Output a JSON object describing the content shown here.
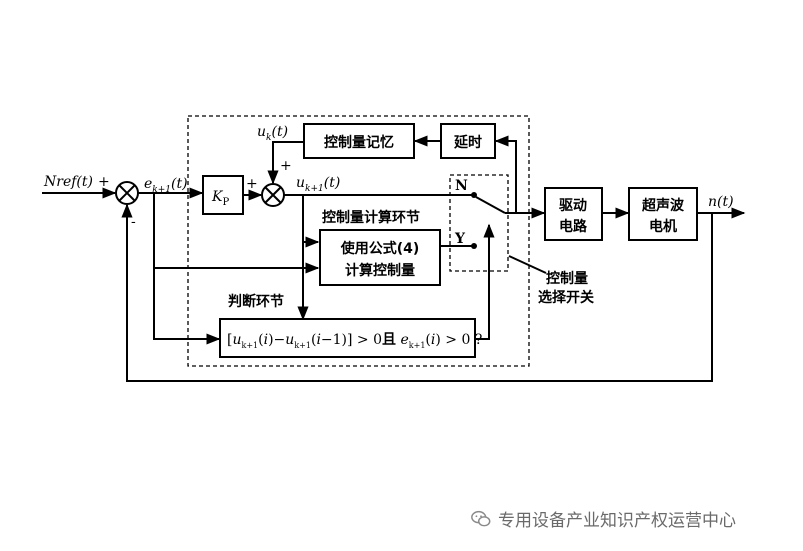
{
  "labels": {
    "nref": "Nref(t)",
    "plus_in": "+",
    "minus_fb": "-",
    "e_signal": "e",
    "e_sub": "k+1",
    "e_arg": "(t)",
    "kp_main": "K",
    "kp_sub": "P",
    "plus_kp": "+",
    "plus_uk": "+",
    "uk_main": "u",
    "uk_sub": "k",
    "uk_arg": "(t)",
    "uk1_main": "u",
    "uk1_sub": "k+1",
    "uk1_arg": "(t)",
    "memory": "控制量记忆",
    "delay": "延时",
    "n_label": "N",
    "y_label": "Y",
    "calc_section": "控制量计算环节",
    "formula_line1": "使用公式(4)",
    "formula_line2": "计算控制量",
    "judge_section": "判断环节",
    "condition": "[u_{k+1}(i)−u_{k+1}(i−1)] > 0且 e_{k+1}(i) > 0 ?",
    "drive_line1": "驱动",
    "drive_line2": "电路",
    "motor_line1": "超声波",
    "motor_line2": "电机",
    "output": "n(t)",
    "switch_line1": "控制量",
    "switch_line2": "选择开关"
  },
  "watermark": "专用设备产业知识产权运营中心"
}
